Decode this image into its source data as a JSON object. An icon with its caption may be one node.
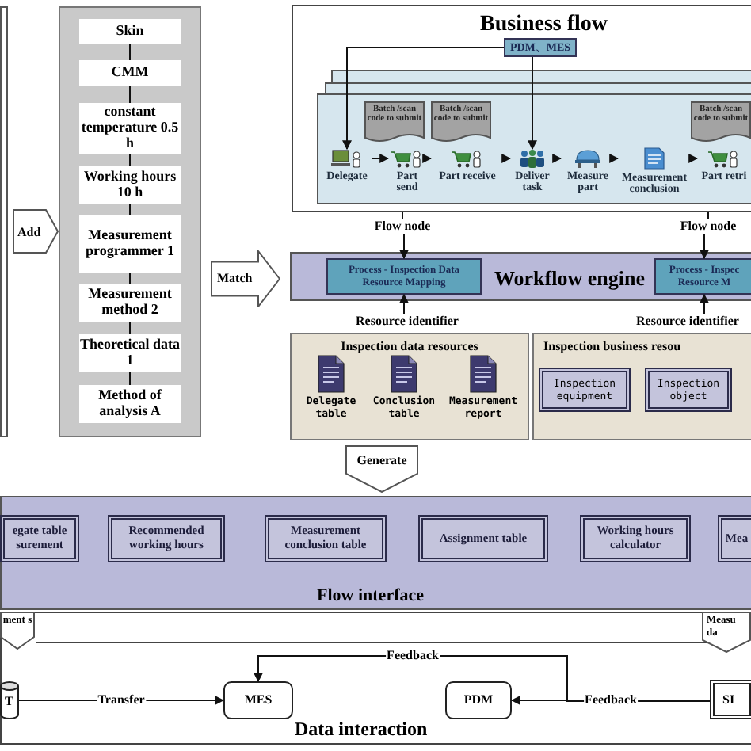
{
  "diagram": {
    "nodes": [
      {
        "text": [],
        "shape": "box"
      },
      {
        "text": [
          "Add"
        ]
      },
      {
        "text": [],
        "shape": "box"
      },
      {
        "text": [
          "Skin"
        ],
        "in": 2
      },
      {
        "text": [
          "CMM"
        ],
        "in": 2
      },
      {
        "text": [
          "constant temperature 0.5 h"
        ],
        "in": 2
      },
      {
        "text": [
          "Working hours 10 h"
        ],
        "in": 2
      },
      {
        "text": [
          "Measurement programmer 1"
        ],
        "in": 2
      },
      {
        "text": [
          "Measurement method 2"
        ],
        "in": 2
      },
      {
        "text": [
          "Theoretical data 1"
        ],
        "in": 2
      },
      {
        "text": [
          "Method of analysis A"
        ],
        "in": 2
      },
      {
        "text": [
          "Match"
        ]
      },
      {
        "text": [
          "Business flow"
        ]
      },
      {
        "text": [
          "PDM、MES"
        ],
        "in": 12
      },
      {
        "text": [],
        "shape": "box",
        "in": 12
      },
      {
        "text": [
          "Batch /scan code to submit"
        ],
        "in": 14
      },
      {
        "text": [
          "Batch /scan code to submit"
        ],
        "in": 14
      },
      {
        "text": [
          "Batch /scan code to submit"
        ],
        "in": 14
      },
      {
        "text": [
          "Delegate"
        ],
        "in": 14
      },
      {
        "text": [
          "Part send"
        ],
        "in": 14
      },
      {
        "text": [
          "Part receive"
        ],
        "in": 14
      },
      {
        "text": [
          "Deliver task"
        ],
        "in": 14
      },
      {
        "text": [
          "Measure part"
        ],
        "in": 14
      },
      {
        "text": [
          "Measurement conclusion"
        ],
        "in": 14
      },
      {
        "text": [
          "Part retri"
        ],
        "in": 14
      },
      {
        "text": [
          "Flow node"
        ]
      },
      {
        "text": [
          "Flow node"
        ]
      },
      {
        "text": [
          "Workflow engine"
        ]
      },
      {
        "text": [
          "Process - Inspection Data Resource Mapping"
        ],
        "in": 27
      },
      {
        "text": [
          "Process - Inspec Resource M"
        ],
        "in": 27
      },
      {
        "text": [
          "Resource identifier"
        ]
      },
      {
        "text": [
          "Resource identifier"
        ]
      },
      {
        "text": [
          "Inspection data resources"
        ]
      },
      {
        "text": [
          "Delegate table"
        ],
        "in": 32
      },
      {
        "text": [
          "Conclusion table"
        ],
        "in": 32
      },
      {
        "text": [
          "Measurement report"
        ],
        "in": 32
      },
      {
        "text": [
          "Inspection business resou"
        ]
      },
      {
        "text": [
          "Inspection equipment"
        ],
        "in": 36
      },
      {
        "text": [
          "Inspection object"
        ],
        "in": 36
      },
      {
        "text": [
          "Generate"
        ]
      },
      {
        "text": [
          "Flow interface"
        ]
      },
      {
        "text": [
          "egate table surement"
        ],
        "in": 40
      },
      {
        "text": [
          "Recommended working hours"
        ],
        "in": 40
      },
      {
        "text": [
          "Measurement conclusion table"
        ],
        "in": 40
      },
      {
        "text": [
          "Assignment table"
        ],
        "in": 40
      },
      {
        "text": [
          "Working hours calculator"
        ],
        "in": 40
      },
      {
        "text": [
          "Mea"
        ],
        "in": 40
      },
      {
        "text": [
          "Data interaction"
        ]
      },
      {
        "text": [
          "ment s"
        ],
        "in": 47
      },
      {
        "text": [
          "T"
        ],
        "in": 47
      },
      {
        "text": [
          "MES"
        ],
        "in": 47
      },
      {
        "text": [
          "PDM"
        ],
        "in": 47
      },
      {
        "text": [
          "SI"
        ],
        "in": 47
      },
      {
        "text": [
          "Measu da"
        ],
        "in": 47
      }
    ],
    "edges": [
      {
        "from": 3,
        "to": 4,
        "arrow": "none"
      },
      {
        "from": 4,
        "to": 5,
        "arrow": "none"
      },
      {
        "from": 5,
        "to": 6,
        "arrow": "none"
      },
      {
        "from": 6,
        "to": 7,
        "arrow": "none"
      },
      {
        "from": 7,
        "to": 8,
        "arrow": "none"
      },
      {
        "from": 8,
        "to": 9,
        "arrow": "none"
      },
      {
        "from": 9,
        "to": 10,
        "arrow": "none"
      },
      {
        "from": 18,
        "to": 19,
        "arrow": "to"
      },
      {
        "from": 19,
        "to": 20,
        "arrow": "to"
      },
      {
        "from": 20,
        "to": 21,
        "arrow": "to"
      },
      {
        "from": 21,
        "to": 22,
        "arrow": "to"
      },
      {
        "from": 22,
        "to": 23,
        "arrow": "to"
      },
      {
        "from": 23,
        "to": 24,
        "arrow": "to"
      },
      {
        "from": 13,
        "to": 18,
        "arrow": "to"
      },
      {
        "from": 13,
        "to": 21,
        "arrow": "to"
      },
      {
        "from": 12,
        "to": 25,
        "arrow": "none"
      },
      {
        "from": 12,
        "to": 26,
        "arrow": "none"
      },
      {
        "from": 25,
        "to": 28,
        "arrow": "to"
      },
      {
        "from": 26,
        "to": 29,
        "arrow": "to"
      },
      {
        "from": 30,
        "to": 28,
        "arrow": "to"
      },
      {
        "from": 31,
        "to": 29,
        "arrow": "to"
      },
      {
        "from": 49,
        "to": 50,
        "label": "Transfer",
        "arrow": "to"
      },
      {
        "from": 52,
        "to": 51,
        "label": "Feedback",
        "arrow": "to"
      },
      {
        "from": 52,
        "to": 50,
        "label": "Feedback",
        "arrow": "to"
      }
    ]
  }
}
